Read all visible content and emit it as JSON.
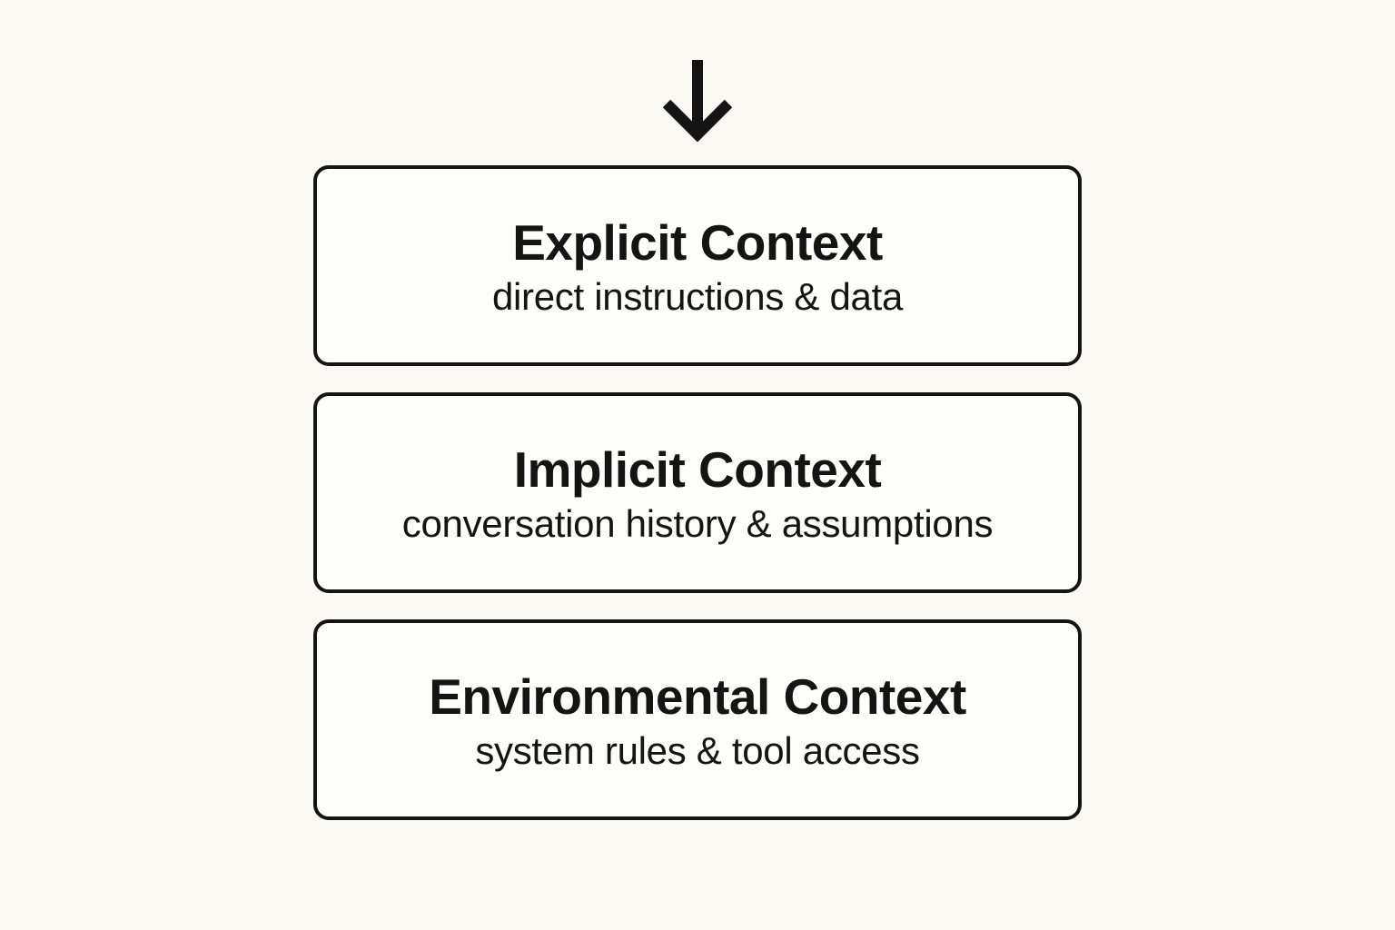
{
  "diagram": {
    "arrow_icon": "down-arrow",
    "boxes": [
      {
        "title": "Explicit Context",
        "subtitle": "direct instructions & data"
      },
      {
        "title": "Implicit Context",
        "subtitle": "conversation history & assumptions"
      },
      {
        "title": "Environmental Context",
        "subtitle": "system rules & tool access"
      }
    ],
    "colors": {
      "background": "#f9f8f3",
      "box_fill": "#fdfdfa",
      "border": "#141414",
      "text": "#141414"
    }
  }
}
